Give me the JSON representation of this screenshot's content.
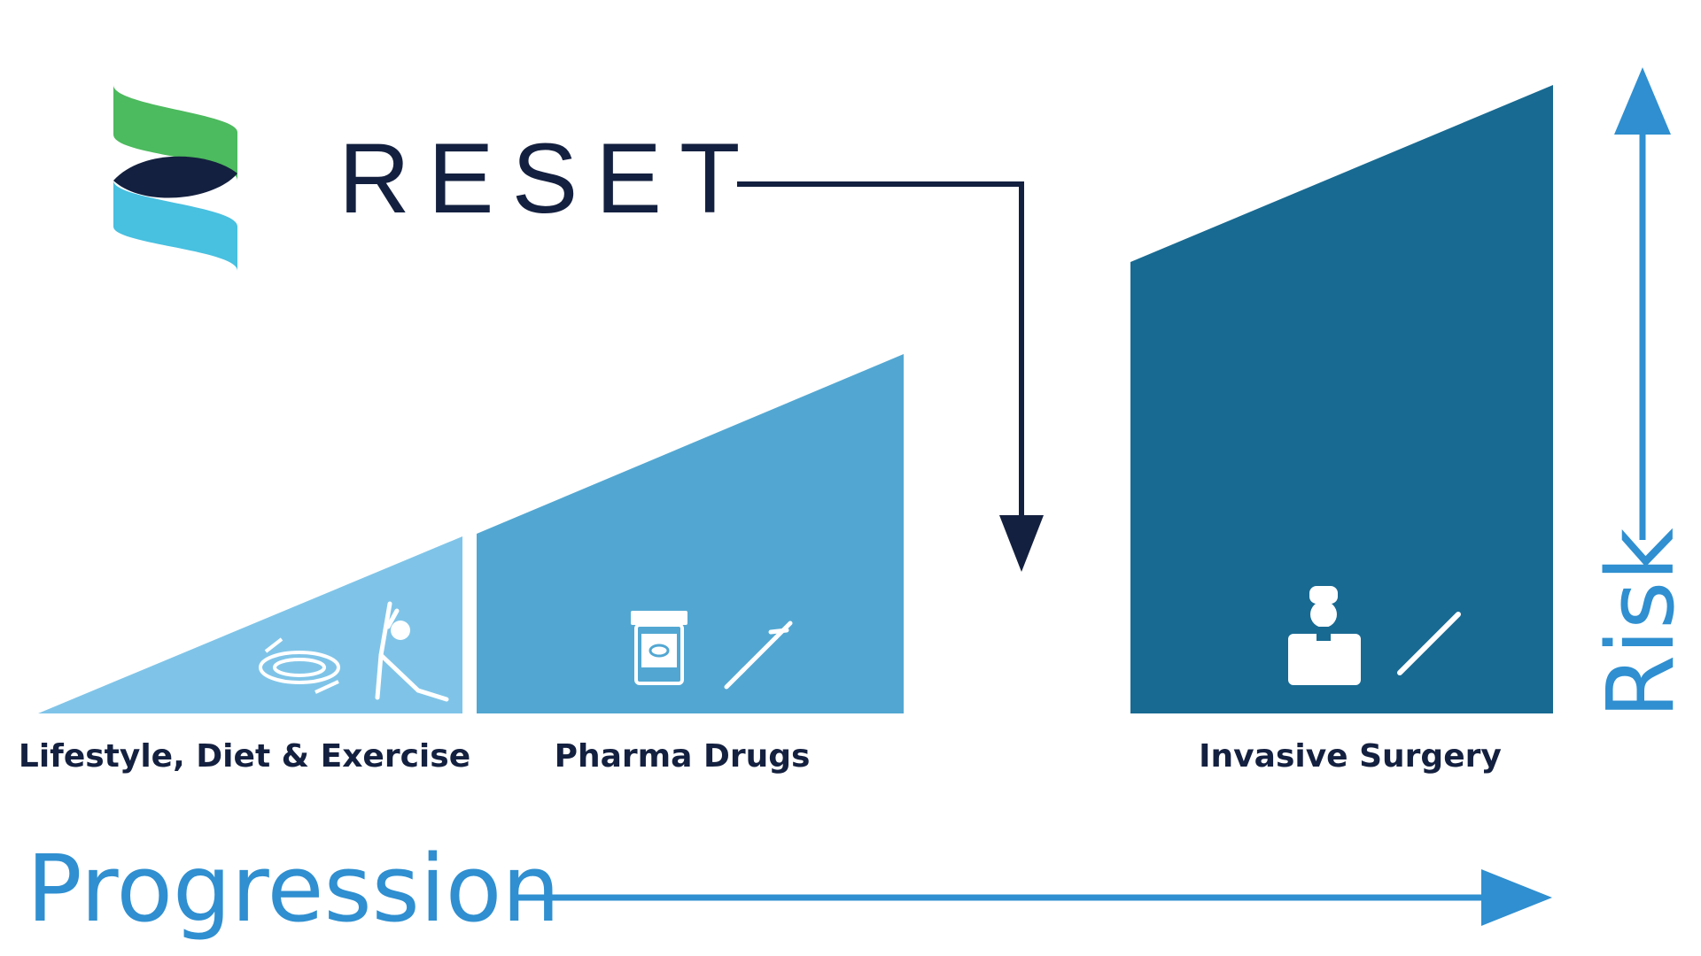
{
  "brand": {
    "name": "RESET",
    "logo_icon": "ribbon-s-logo-icon"
  },
  "stages": [
    {
      "label": "Lifestyle, Diet & Exercise",
      "icons": [
        "plate-icon",
        "exercise-figure-icon"
      ]
    },
    {
      "label": "Pharma Drugs",
      "icons": [
        "pill-bottle-icon",
        "syringe-icon"
      ]
    },
    {
      "label": "Invasive Surgery",
      "icons": [
        "surgeon-icon",
        "scalpel-icon"
      ]
    }
  ],
  "axes": {
    "x_label": "Progression",
    "y_label": "Risk"
  },
  "colors": {
    "navy": "#14203f",
    "logo_green": "#4cba5e",
    "logo_cyan": "#48c0e0",
    "stage1": "#7fc4e8",
    "stage2": "#52a7d2",
    "stage3": "#186a92",
    "axis_blue": "#2f8fd0"
  }
}
